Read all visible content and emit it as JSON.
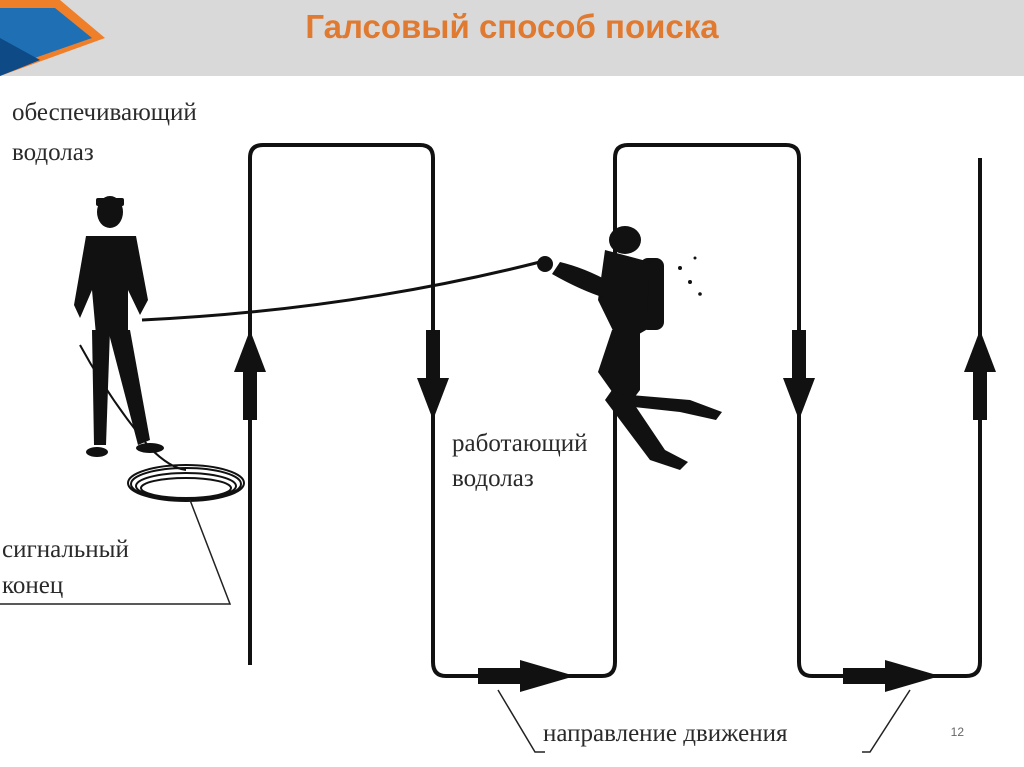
{
  "slide": {
    "title": "Галсовый способ поиска",
    "page_number": "12"
  },
  "labels": {
    "supporting_diver_line1": "обеспечивающий",
    "supporting_diver_line2": "водолаз",
    "working_diver_line1": "работающий",
    "working_diver_line2": "водолаз",
    "signal_line_line1": "сигнальный",
    "signal_line_line2": "конец",
    "movement_direction": "направление движения"
  },
  "colors": {
    "title": "#e07a30",
    "header_bg": "#d9d9d9",
    "logo_blue": "#1f6fb5",
    "logo_orange": "#f07f2a"
  }
}
